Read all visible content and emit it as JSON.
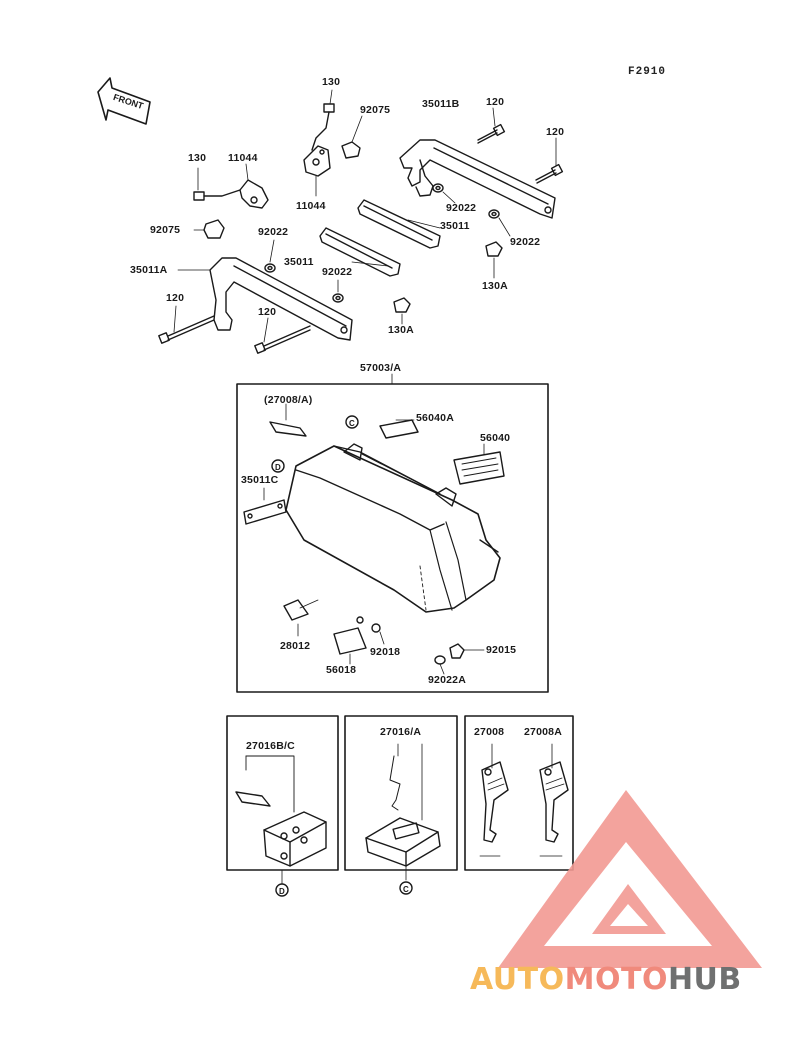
{
  "diagram_code": "F2910",
  "front_label": "FRONT",
  "parts": {
    "p130_top": "130",
    "p92075_top": "92075",
    "p35011b": "35011B",
    "p120_top1": "120",
    "p120_top2": "120",
    "p130_left": "130",
    "p11044_left": "11044",
    "p11044_mid": "11044",
    "p92022_r1": "92022",
    "p92022_r2": "92022",
    "p92075_left": "92075",
    "p92022_l": "92022",
    "p35011_a": "35011",
    "p35011_b": "35011",
    "p35011a": "35011A",
    "p92022_m": "92022",
    "p130a_r": "130A",
    "p120_l": "120",
    "p120_m": "120",
    "p130a_m": "130A",
    "p57003a": "57003/A",
    "p27008a": "(27008/A)",
    "p56040a": "56040A",
    "p56040": "56040",
    "p35011c": "35011C",
    "p28012": "28012",
    "p56018": "56018",
    "p92018": "92018",
    "p92015": "92015",
    "p92022a": "92022A",
    "p27016bc": "27016B/C",
    "p27016a": "27016/A",
    "p27008": "27008",
    "p27008a2": "27008A"
  },
  "markers": {
    "c": "C",
    "d": "D"
  },
  "watermark": {
    "part1": "AUTO",
    "part2": "MOTO",
    "part3": "HUB"
  },
  "colors": {
    "line": "#1a1a1a",
    "triangle": "#f29a93",
    "wm_orange": "#f6b95a",
    "wm_red": "#f08a7c",
    "wm_gray": "#6f7070"
  }
}
